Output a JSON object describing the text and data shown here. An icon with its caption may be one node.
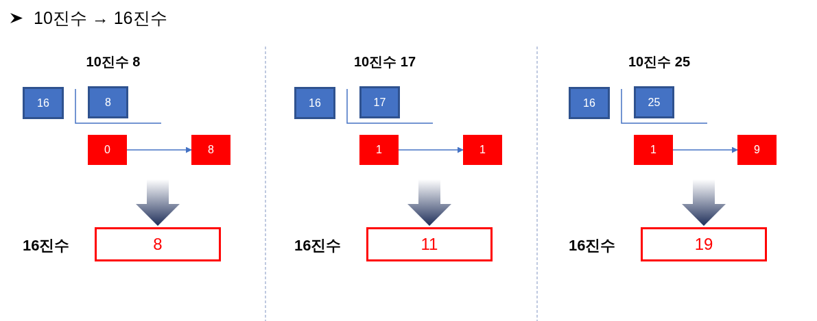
{
  "diagram": {
    "title": "10진수 → 16진수",
    "nodes": [
      {
        "text": [
          "16"
        ]
      },
      {
        "text": [
          "8"
        ]
      },
      {
        "text": [
          "0"
        ]
      },
      {
        "text": [
          "8"
        ]
      },
      {
        "text": [
          "8"
        ],
        "beside": [
          "16진수"
        ]
      },
      {
        "text": [
          "16"
        ]
      },
      {
        "text": [
          "17"
        ]
      },
      {
        "text": [
          "1"
        ]
      },
      {
        "text": [
          "1"
        ]
      },
      {
        "text": [
          "11"
        ],
        "beside": [
          "16진수"
        ]
      },
      {
        "text": [
          "16"
        ]
      },
      {
        "text": [
          "25"
        ]
      },
      {
        "text": [
          "1"
        ]
      },
      {
        "text": [
          "9"
        ]
      },
      {
        "text": [
          "19"
        ],
        "beside": [
          "16진수"
        ]
      }
    ],
    "edges": [
      {
        "from": 2,
        "to": 3,
        "arrow": "to"
      },
      {
        "from": null,
        "to": 4,
        "arrow": "to",
        "style": "thick"
      },
      {
        "from": 7,
        "to": 8,
        "arrow": "to"
      },
      {
        "from": null,
        "to": 9,
        "arrow": "to",
        "style": "thick"
      },
      {
        "from": 12,
        "to": 13,
        "arrow": "to"
      },
      {
        "from": null,
        "to": 14,
        "arrow": "to",
        "style": "thick"
      }
    ],
    "labels": [
      "10진수 8",
      "10진수 17",
      "10진수 25"
    ]
  }
}
